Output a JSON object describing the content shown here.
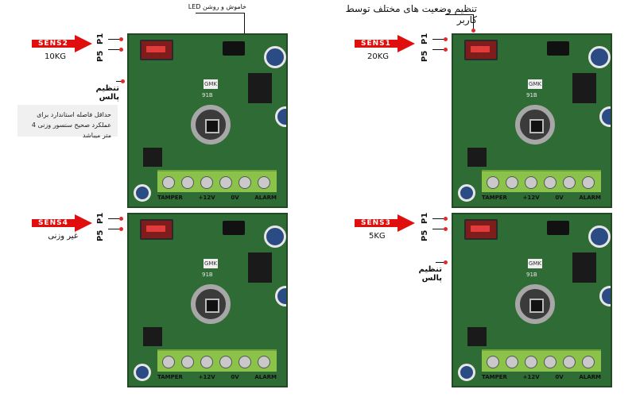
{
  "annotations": {
    "led_label": "خاموش و روشن LED",
    "user_modes": "تنظیم وضعیت های مختلف توسط کاربر",
    "pulse_left": "تنظیم پالس",
    "pulse_right": "تنظیم پالس",
    "note_text": "حداقل فاصله استاندارد برای عملکرد صحیح سنسور وزنی 4 متر میباشد"
  },
  "pins": {
    "p1": "P1",
    "p5": "P5"
  },
  "sensors": [
    {
      "id": "SENS2",
      "sub": "10KG"
    },
    {
      "id": "SENS1",
      "sub": "20KG"
    },
    {
      "id": "SENS4",
      "sub": "غیر وزنی"
    },
    {
      "id": "SENS3",
      "sub": "5KG"
    }
  ],
  "board": {
    "terminal_labels": [
      "TAMPER",
      "+12V",
      "0V",
      "ALARM"
    ],
    "brand": "GMK",
    "model": "91B"
  },
  "colors": {
    "arrow": "#e10e0e",
    "pcb": "#2f6b34",
    "terminal": "#8ac24a"
  }
}
